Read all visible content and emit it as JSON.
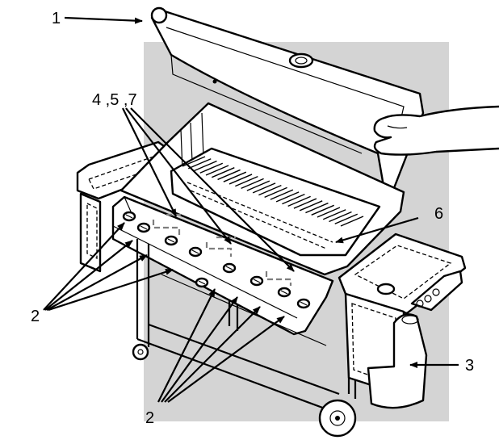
{
  "callouts": {
    "c1": "1",
    "c2_left": "2",
    "c2_bottom": "2",
    "c3": "3",
    "c4": "4 ,5 ,7",
    "c6": "6"
  },
  "colors": {
    "background_panel": "#d4d4d4",
    "line": "#000000",
    "fill": "#ffffff",
    "dashed_tube": "#7d7d7d"
  }
}
